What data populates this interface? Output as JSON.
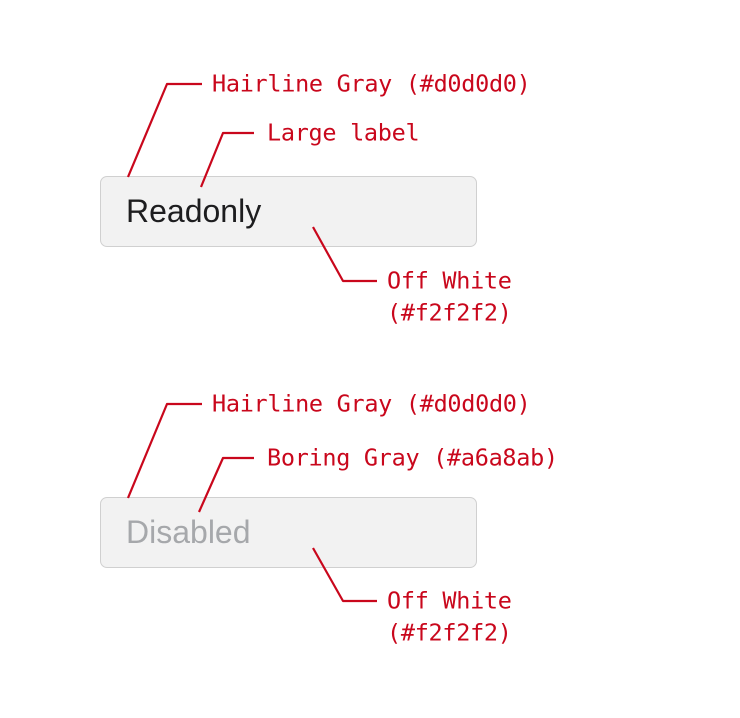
{
  "palette": {
    "annotation_red": "#c9071c",
    "hairline_gray": "#d0d0d0",
    "off_white": "#f2f2f2",
    "boring_gray": "#a6a8ab",
    "label_dark": "#1d1d1f",
    "page_bg": "#ffffff"
  },
  "fields": [
    {
      "value": "Readonly",
      "state": "readonly",
      "annotations": {
        "border": "Hairline Gray (#d0d0d0)",
        "label": "Large label",
        "bg_line1": "Off White",
        "bg_line2": "(#f2f2f2)"
      }
    },
    {
      "value": "Disabled",
      "state": "disabled",
      "annotations": {
        "border": "Hairline Gray (#d0d0d0)",
        "label": "Boring Gray (#a6a8ab)",
        "bg_line1": "Off White",
        "bg_line2": "(#f2f2f2)"
      }
    }
  ]
}
